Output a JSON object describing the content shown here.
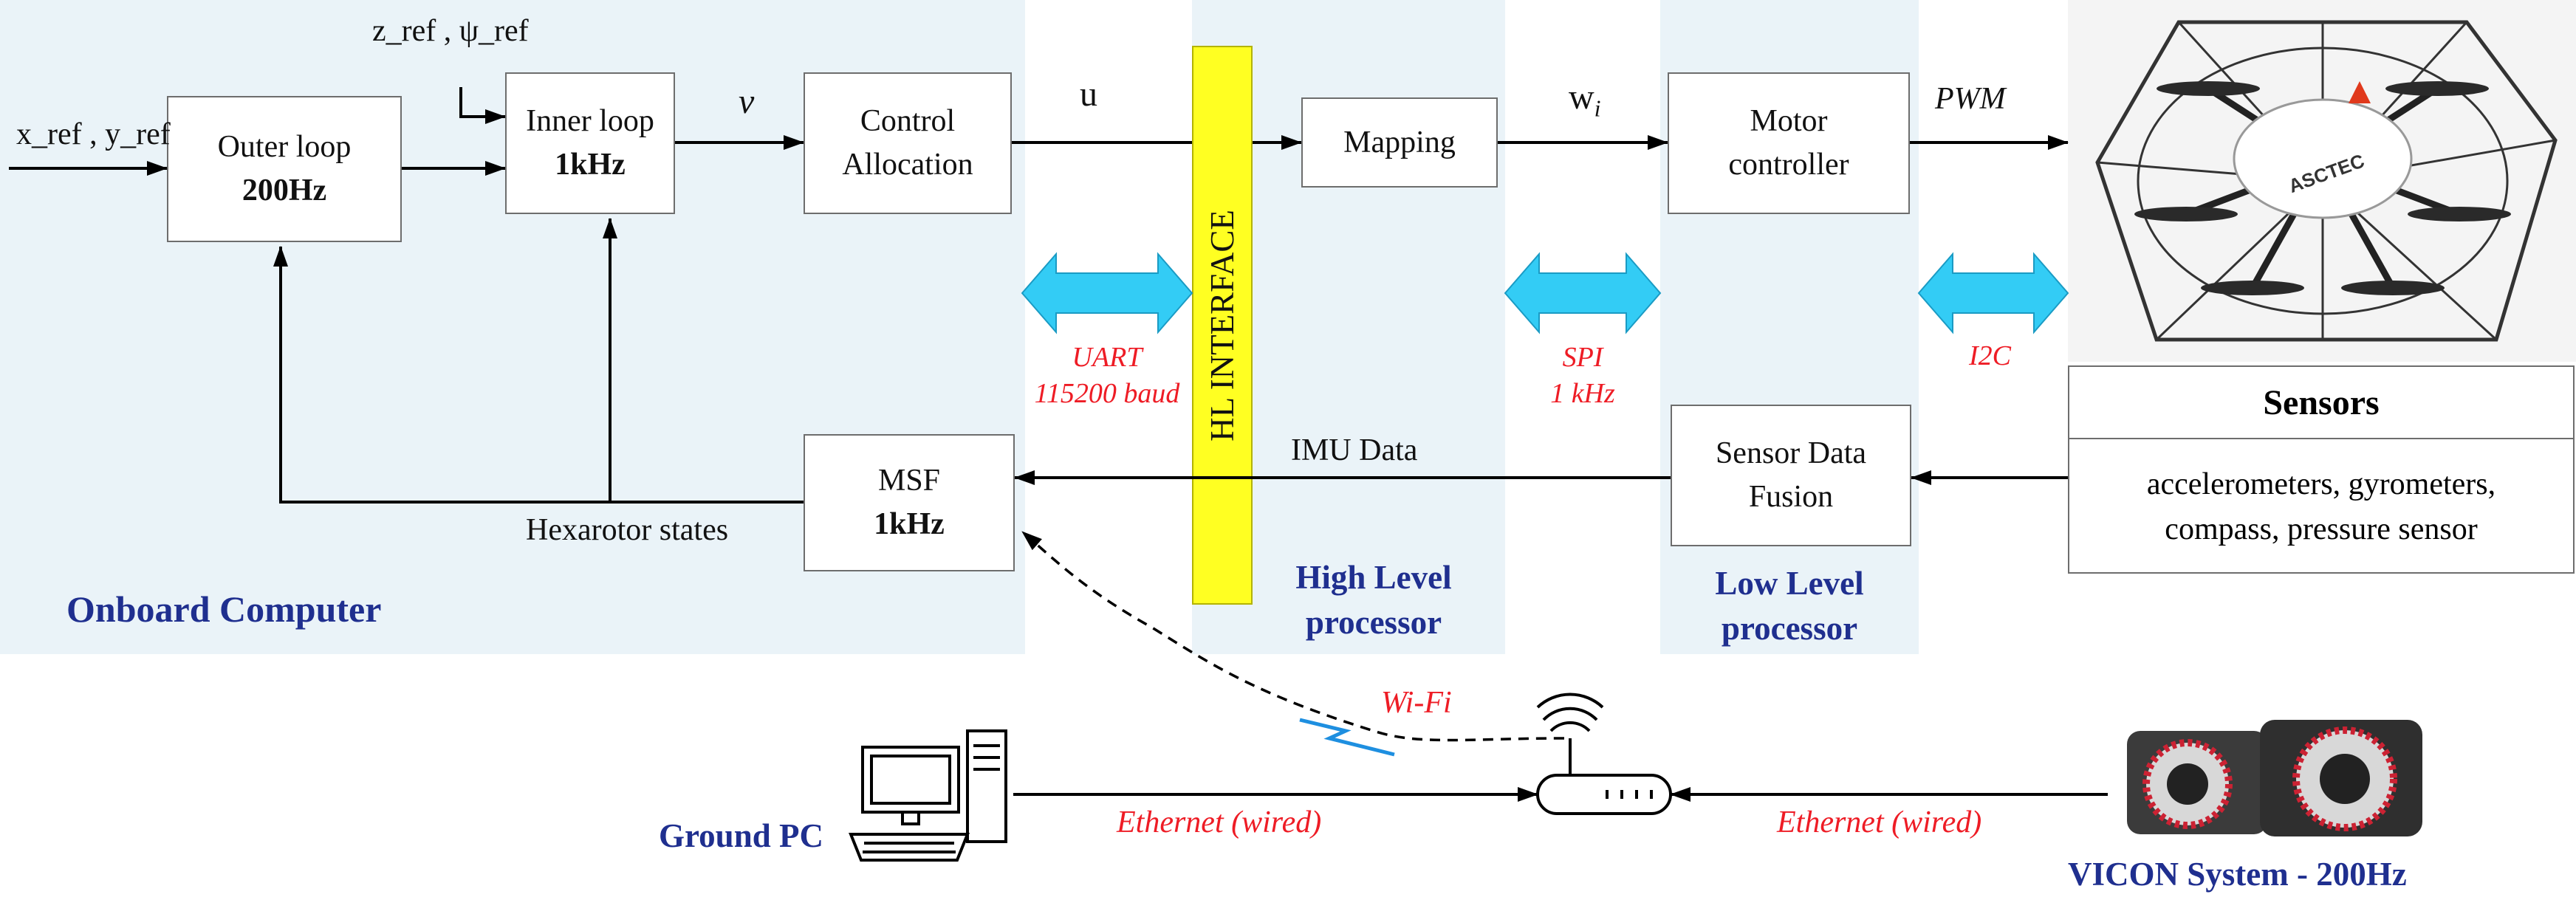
{
  "zones": {
    "onboard": "Onboard Computer",
    "high_level": [
      "High Level",
      "processor"
    ],
    "low_level": [
      "Low Level",
      "processor"
    ]
  },
  "inputs": {
    "xy_ref": "x_ref , y_ref",
    "zpsi_ref": "z_ref , ψ_ref"
  },
  "blocks": {
    "outer_loop": {
      "line1": "Outer loop",
      "line2": "200Hz"
    },
    "inner_loop": {
      "line1": "Inner loop",
      "line2": "1kHz"
    },
    "control_allocation": {
      "line1": "Control",
      "line2": "Allocation"
    },
    "mapping": {
      "line1": "Mapping"
    },
    "motor_controller": {
      "line1": "Motor",
      "line2": "controller"
    },
    "msf": {
      "line1": "MSF",
      "line2": "1kHz"
    },
    "sensor_fusion": {
      "line1": "Sensor Data",
      "line2": "Fusion"
    }
  },
  "hl_interface": "HL INTERFACE",
  "signals": {
    "v": "v",
    "u": "u",
    "w": "w",
    "w_sub": "i",
    "pwm": "PWM",
    "imu": "IMU Data",
    "states": "Hexarotor states"
  },
  "links": {
    "uart": [
      "UART",
      "115200 baud"
    ],
    "spi": [
      "SPI",
      "1 kHz"
    ],
    "i2c": "I2C",
    "wifi": "Wi-Fi",
    "eth1": "Ethernet (wired)",
    "eth2": "Ethernet (wired)"
  },
  "sensors": {
    "title": "Sensors",
    "line1": "accelerometers, gyrometers,",
    "line2": "compass, pressure sensor"
  },
  "drone_brand": "ASCTEC",
  "ground_pc": "Ground PC",
  "vicon": "VICON System - 200Hz",
  "colors": {
    "zone_bg": "#eaf3f8",
    "interface": "#ffff22",
    "double_arrow": "#33ccf5",
    "link_text": "#ee1c25",
    "title_text": "#1f2f8f"
  }
}
